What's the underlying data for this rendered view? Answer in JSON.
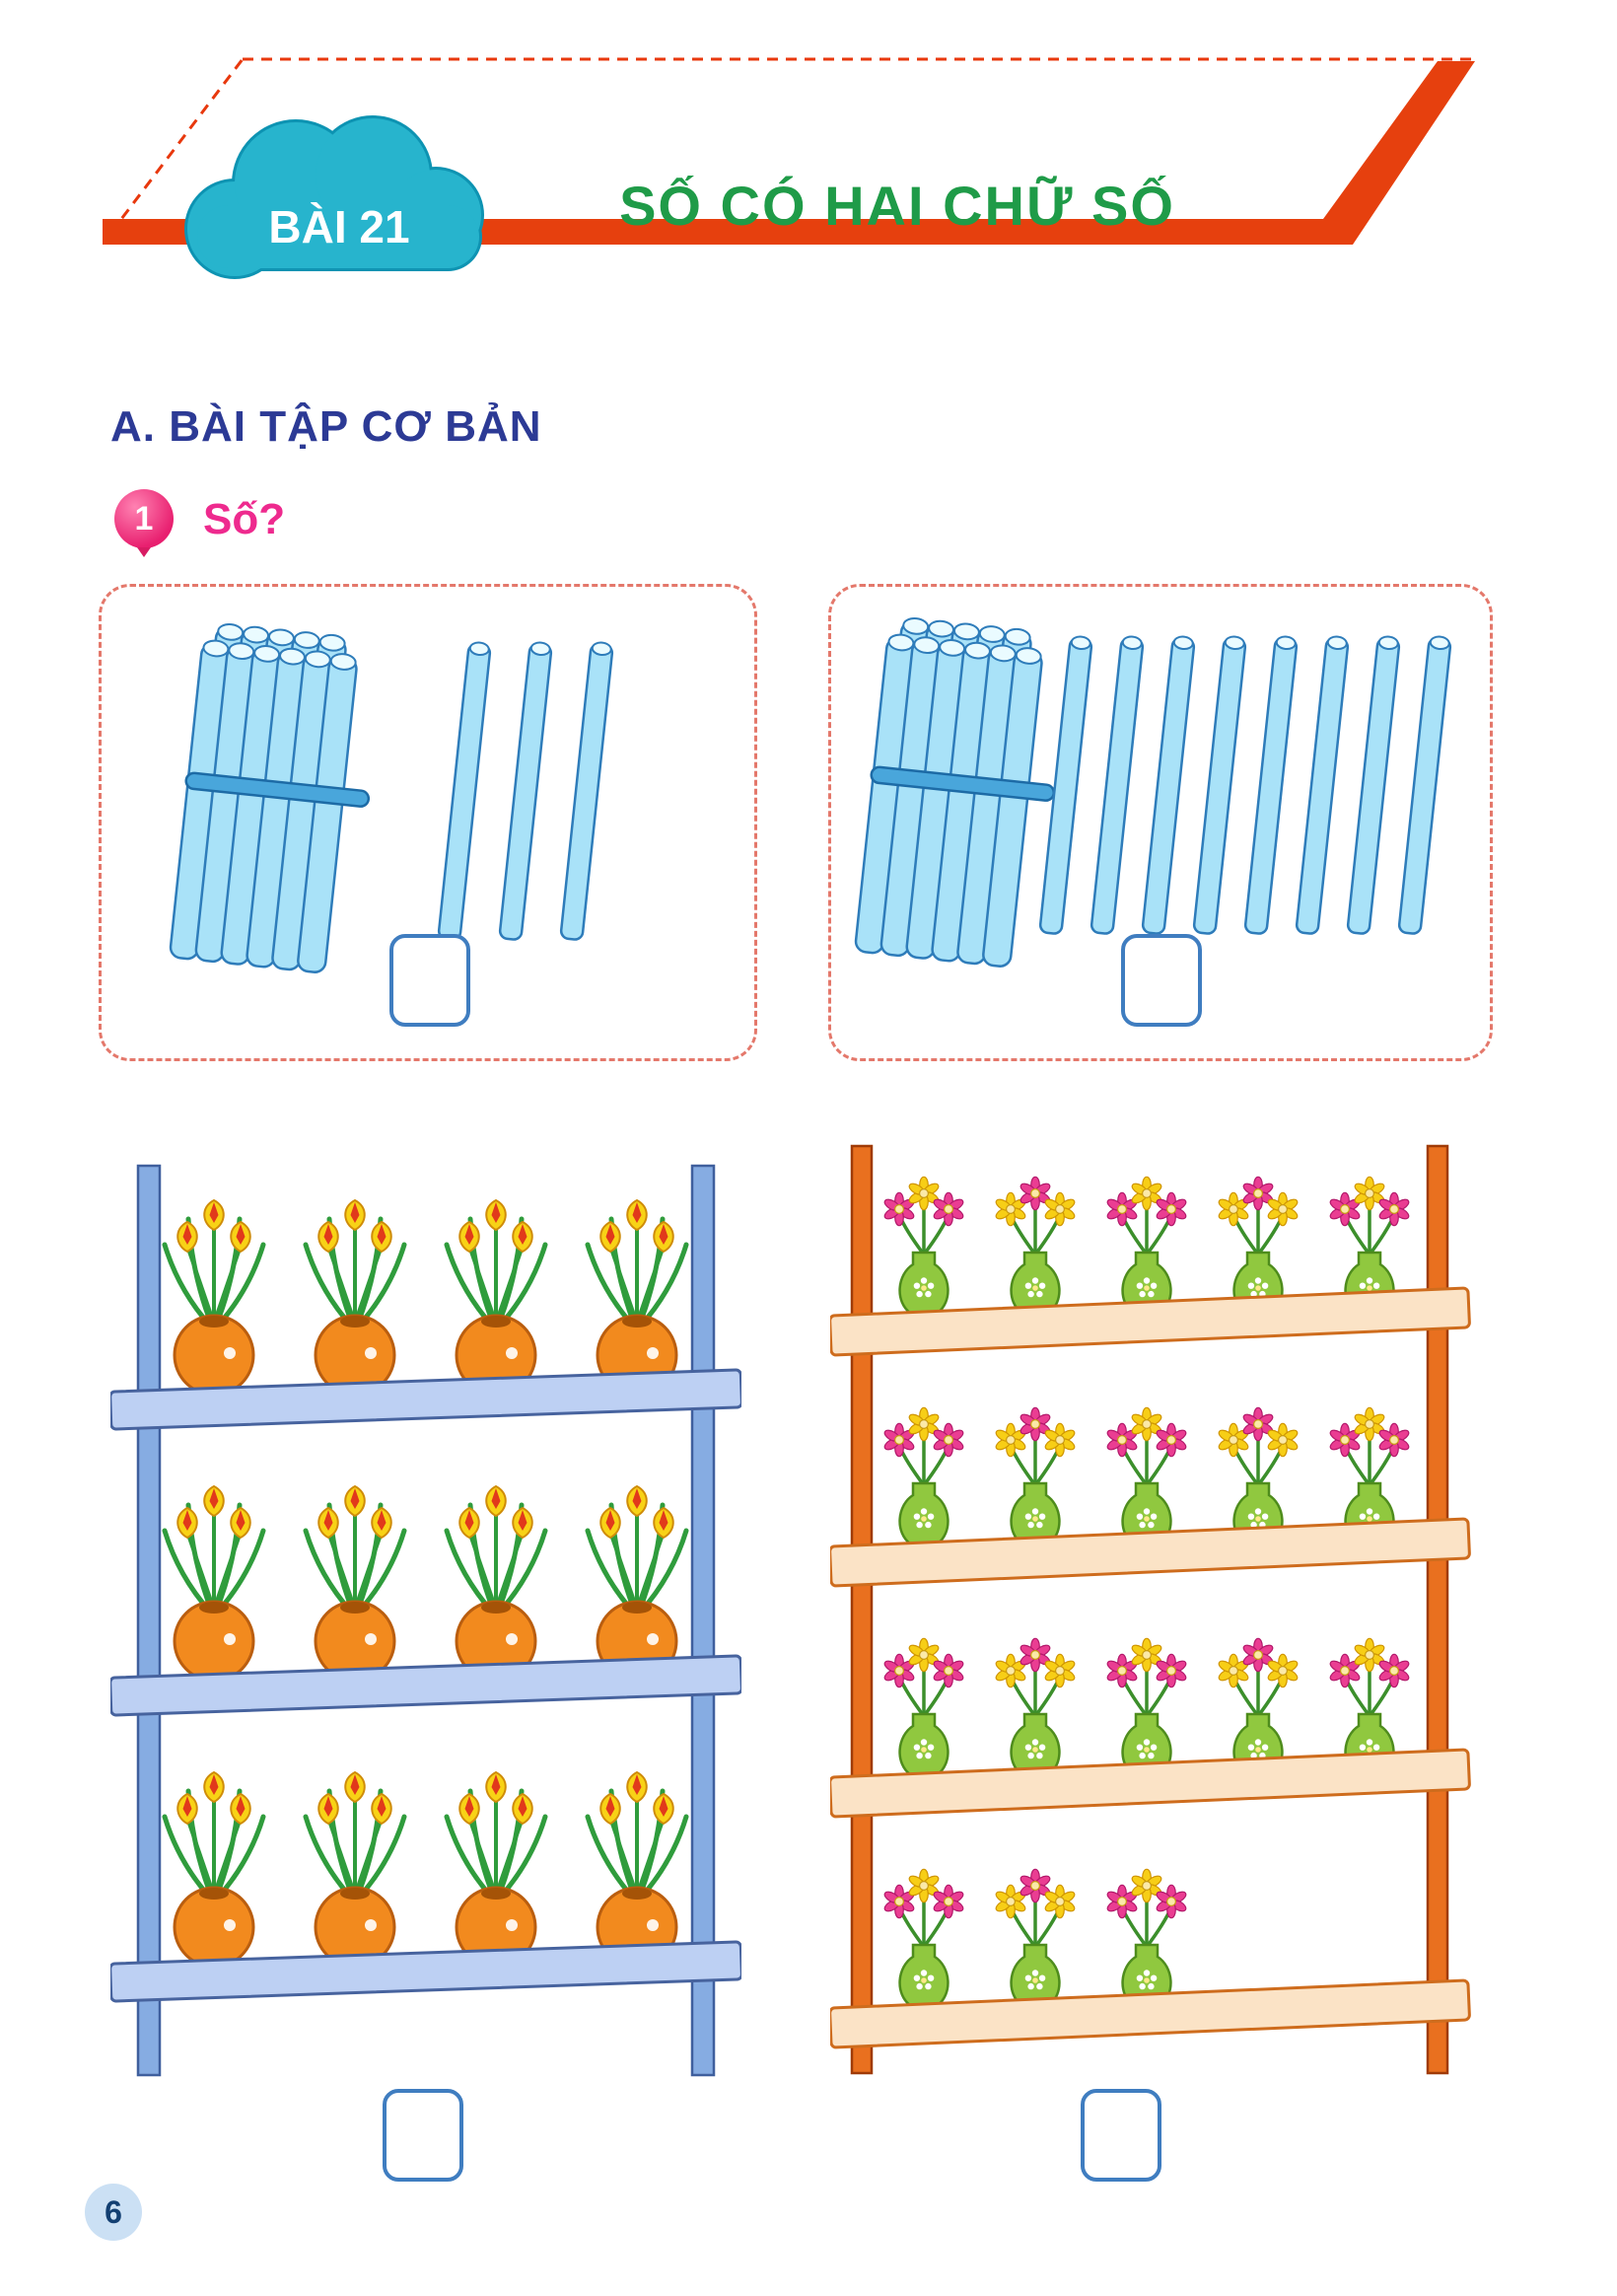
{
  "header": {
    "lesson_badge": "BÀI 21",
    "lesson_title": "SỐ CÓ HAI CHỮ SỐ"
  },
  "section": {
    "heading": "A. BÀI TẬP CƠ BẢN",
    "exercise_number": "1",
    "exercise_prompt": "Số?"
  },
  "exercise": {
    "stick_panels": [
      {
        "bundles_of_ten": 1,
        "single_sticks": 3,
        "answer": ""
      },
      {
        "bundles_of_ten": 1,
        "single_sticks": 8,
        "answer": ""
      }
    ],
    "shelf_panels": [
      {
        "item": "orange flower pots on blue shelf",
        "rows": [
          4,
          4,
          4
        ],
        "answer": ""
      },
      {
        "item": "green flower vases on orange shelf",
        "rows": [
          5,
          5,
          5,
          3
        ],
        "answer": ""
      }
    ]
  },
  "footer": {
    "page_number": "6"
  },
  "icons": {
    "lesson_badge_shape": "cloud-icon",
    "exercise_badge_shape": "balloon-icon"
  },
  "colors": {
    "banner_stripe": "#e6400e",
    "banner_dash": "#e8380d",
    "cloud": "#27b4cd",
    "cloud_edge": "#0d93b2",
    "title_green": "#1f9b48",
    "heading_blue": "#2c3a95",
    "prompt_pink": "#ee2a8e",
    "stick_fill": "#a9e2f8",
    "stick_stroke": "#2e7cba",
    "stick_tie": "#49a6db",
    "answer_border": "#3f7dc0",
    "panel_dash": "#e4786b",
    "pot_orange": "#f28a1e",
    "pot_edge": "#ba5e0f",
    "leaf_green": "#2f9c3c",
    "tulip_yellow": "#f8d216",
    "tulip_red": "#e1391b",
    "shelf_blue_board": "#bdd0f3",
    "shelf_blue_post": "#86ace2",
    "vase_green": "#90c83f",
    "vase_edge": "#4e8c1c",
    "shelf_orange_board": "#fbe3c6",
    "shelf_orange_post": "#e9701f",
    "flower_yellow": "#f7ce16",
    "flower_pink": "#ea3d92",
    "page_circle": "#cbe0f4"
  }
}
